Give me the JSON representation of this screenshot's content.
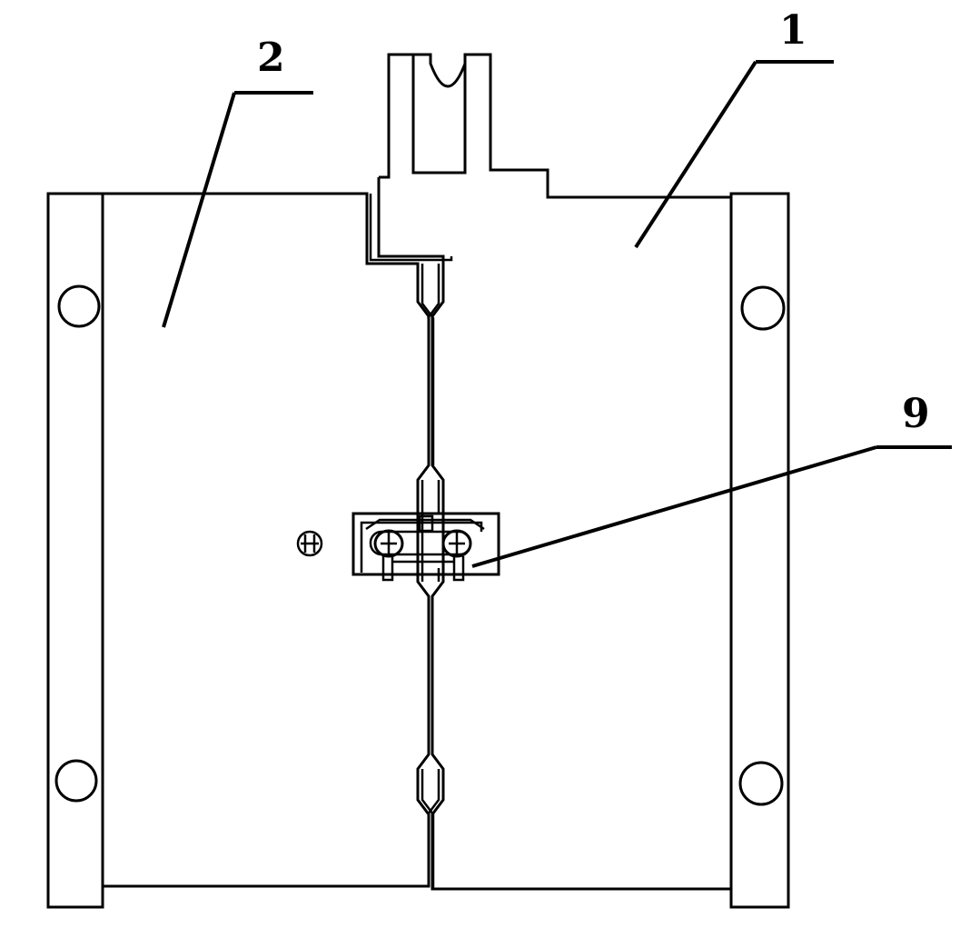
{
  "callouts": {
    "part_1": "1",
    "part_2": "2",
    "part_9": "9"
  },
  "colors": {
    "ink": "#000000",
    "paper": "#ffffff"
  }
}
